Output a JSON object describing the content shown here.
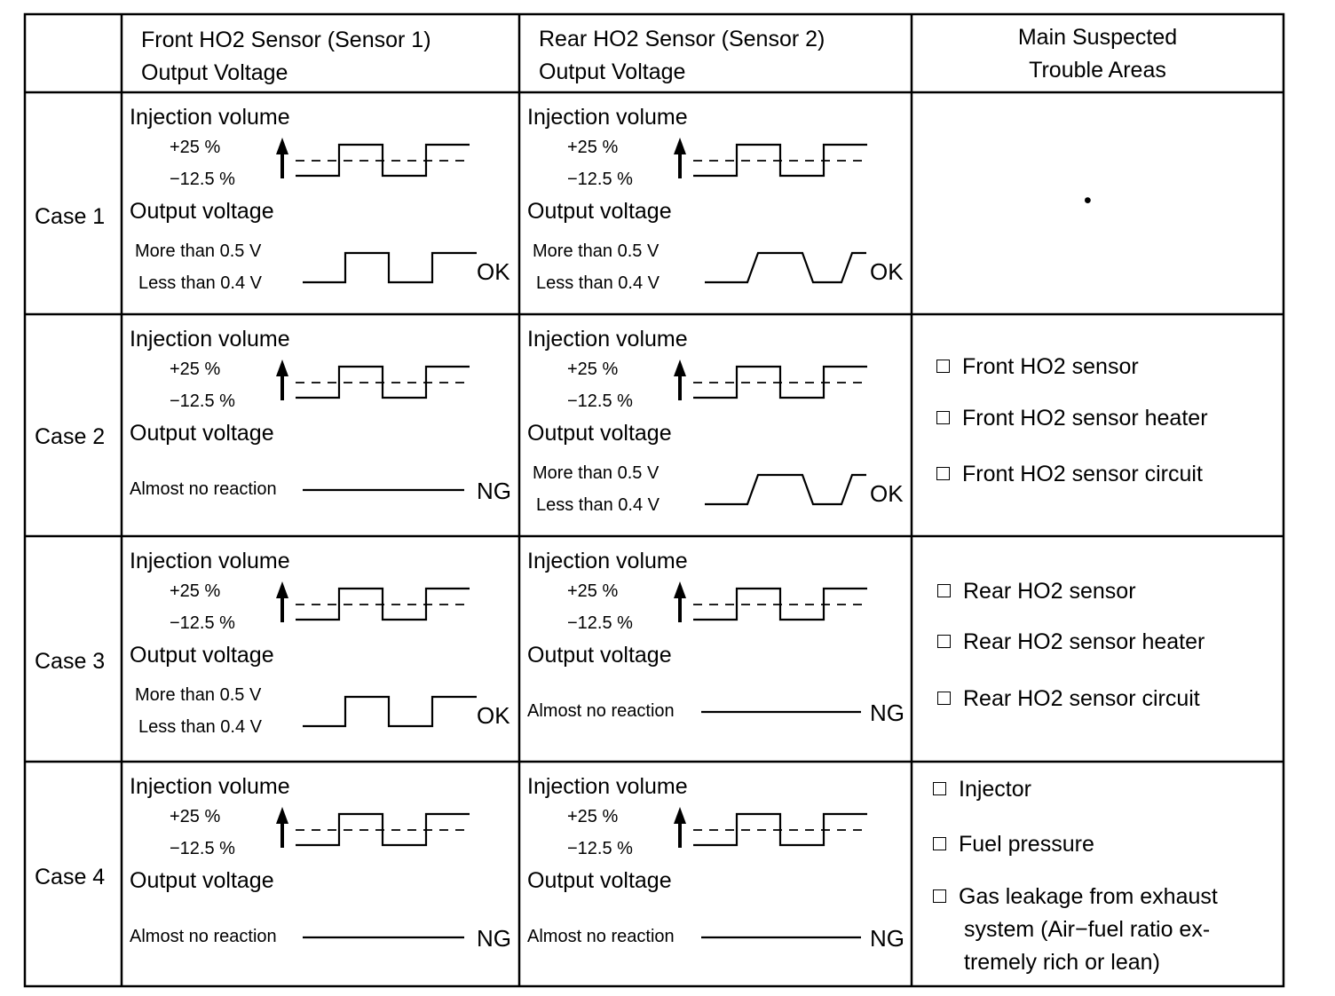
{
  "header": {
    "col1": [
      "Front HO2 Sensor (Sensor 1)",
      "Output Voltage"
    ],
    "col2": [
      "Rear HO2 Sensor (Sensor 2)",
      "Output Voltage"
    ],
    "col3": [
      "Main Suspected",
      "Trouble Areas"
    ]
  },
  "labels": {
    "injection_volume": "Injection volume",
    "plus": "+25 %",
    "minus": "−12.5 %",
    "output_voltage": "Output voltage",
    "more": "More than 0.5 V",
    "less": "Less than 0.4 V",
    "none": "Almost no reaction",
    "ok": "OK",
    "ng": "NG"
  },
  "cases": [
    {
      "label": "Case 1",
      "front": "OK",
      "rear": "OK",
      "areas_marker": "•",
      "areas": []
    },
    {
      "label": "Case 2",
      "front": "NG",
      "rear": "OK",
      "areas": [
        "Front HO2 sensor",
        "Front HO2 sensor heater",
        "Front HO2 sensor circuit"
      ]
    },
    {
      "label": "Case 3",
      "front": "OK",
      "rear": "NG",
      "areas": [
        "Rear HO2 sensor",
        "Rear HO2 sensor heater",
        "Rear HO2 sensor circuit"
      ]
    },
    {
      "label": "Case 4",
      "front": "NG",
      "rear": "NG",
      "areas": [
        "Injector",
        "Fuel pressure",
        "Gas leakage from exhaust system (Air−fuel ratio extremely rich or lean)"
      ],
      "areas_lines": [
        [
          "Injector"
        ],
        [
          "Fuel pressure"
        ],
        [
          "Gas leakage from exhaust",
          "system (Air−fuel ratio ex-",
          "tremely rich or lean)"
        ]
      ]
    }
  ]
}
